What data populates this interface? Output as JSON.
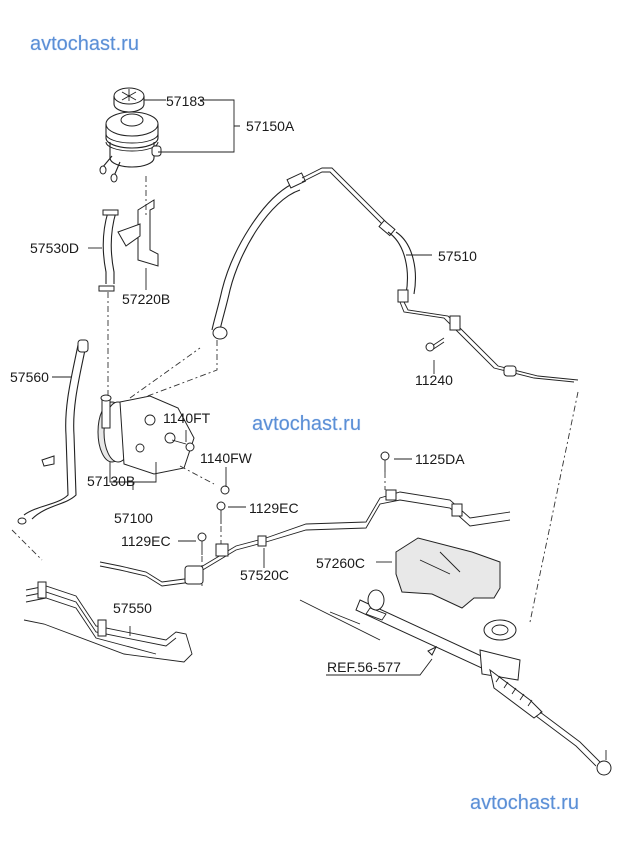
{
  "watermarks": [
    "avtochast.ru",
    "avtochast.ru",
    "avtochast.ru"
  ],
  "parts": {
    "cap": "57183",
    "reservoir_assy": "57150A",
    "suction_hose": "57530D",
    "bracket": "57220B",
    "pressure_hose": "57510",
    "bolt_11240": "11240",
    "return_hose": "57560",
    "bolt_1140ft": "1140FT",
    "bolt_1140fw": "1140FW",
    "pulley": "57130B",
    "pump_assy": "57100",
    "bolt_1125da": "1125DA",
    "bolt_1129ec_a": "1129EC",
    "bolt_1129ec_b": "1129EC",
    "return_tube": "57520C",
    "heat_protector": "57260C",
    "cooler_tube": "57550",
    "ref": "REF.56-577"
  }
}
